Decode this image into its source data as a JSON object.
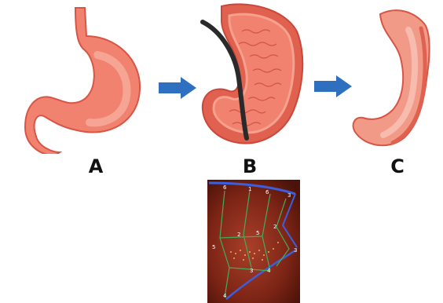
{
  "labels": {
    "a": "A",
    "b": "B",
    "c": "C"
  },
  "colors": {
    "stomach_fill": "#f0826f",
    "stomach_shade": "#e0614f",
    "stomach_inner": "#f6a08e",
    "stomach_outline": "#d85545",
    "arrow": "#2f6fc0",
    "scope": "#2a2a2a",
    "endo_bg": "#8a2a1a",
    "endo_line_green": "#3fae5a",
    "endo_line_blue": "#3a5fe0",
    "endo_number": "#ffffff"
  },
  "endoscopy_markers": [
    "6",
    "1",
    "6",
    "3",
    "2",
    "5",
    "2",
    "5",
    "3",
    "3",
    "4",
    "4"
  ]
}
